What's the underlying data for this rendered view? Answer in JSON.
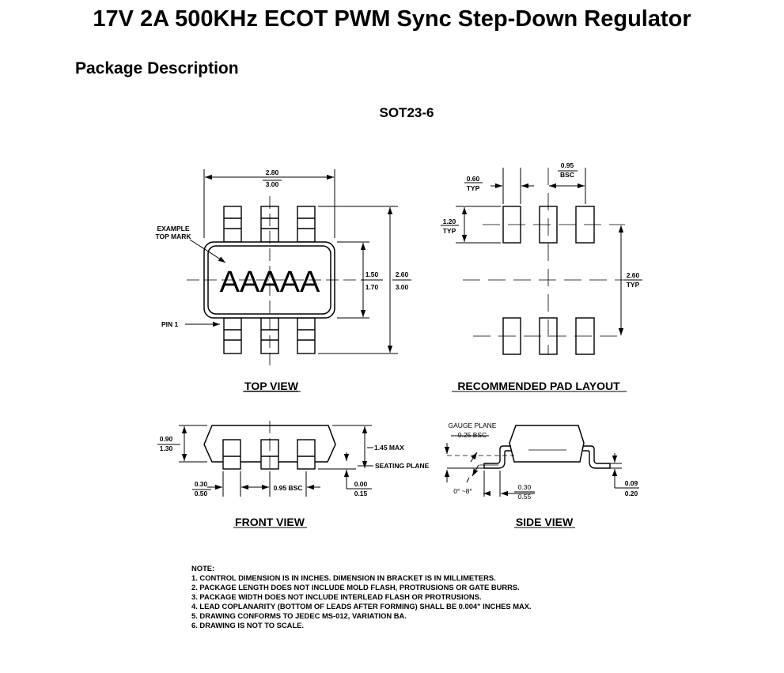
{
  "title": "17V 2A 500KHz ECOT PWM Sync Step-Down Regulator",
  "section": "Package Description",
  "package": "SOT23-6",
  "views": {
    "top": {
      "caption": "TOP VIEW",
      "mark_text": "AAAAA",
      "example_label_1": "EXAMPLE",
      "example_label_2": "TOP MARK",
      "pin1": "PIN 1",
      "dim_len_min": "2.80",
      "dim_len_max": "3.00",
      "dim_body_min": "1.50",
      "dim_body_max": "1.70",
      "dim_total_min": "2.60",
      "dim_total_max": "3.00"
    },
    "pad": {
      "caption": "RECOMMENDED PAD LAYOUT",
      "pad_width": "0.60",
      "pad_width_typ": "TYP",
      "pitch": "0.95",
      "pitch_bsc": "BSC",
      "pad_len": "1.20",
      "pad_len_typ": "TYP",
      "span": "2.60",
      "span_typ": "TYP"
    },
    "front": {
      "caption": "FRONT VIEW",
      "height_min": "0.90",
      "height_max": "1.30",
      "max_height": "1.45 MAX",
      "seating": "SEATING PLANE",
      "lead_w_min": "0.30",
      "lead_w_max": "0.50",
      "pitch": "0.95 BSC",
      "standoff_min": "0.00",
      "standoff_max": "0.15"
    },
    "side": {
      "caption": "SIDE VIEW",
      "gauge": "GAUGE PLANE",
      "gauge_bsc": "0.25 BSC",
      "angle": "0° ~8°",
      "foot_min": "0.30",
      "foot_max": "0.55",
      "thick_min": "0.09",
      "thick_max": "0.20"
    }
  },
  "notes": {
    "heading": "NOTE:",
    "items": [
      "1. CONTROL DIMENSION IS IN INCHES. DIMENSION IN BRACKET IS IN MILLIMETERS.",
      "2. PACKAGE LENGTH DOES NOT INCLUDE MOLD FLASH, PROTRUSIONS OR GATE BURRS.",
      "3. PACKAGE WIDTH DOES NOT INCLUDE INTERLEAD FLASH OR PROTRUSIONS.",
      "4. LEAD COPLANARITY (BOTTOM OF LEADS AFTER FORMING) SHALL BE 0.004\" INCHES MAX.",
      "5. DRAWING CONFORMS TO JEDEC MS-012, VARIATION BA.",
      "6. DRAWING IS NOT TO SCALE."
    ]
  }
}
